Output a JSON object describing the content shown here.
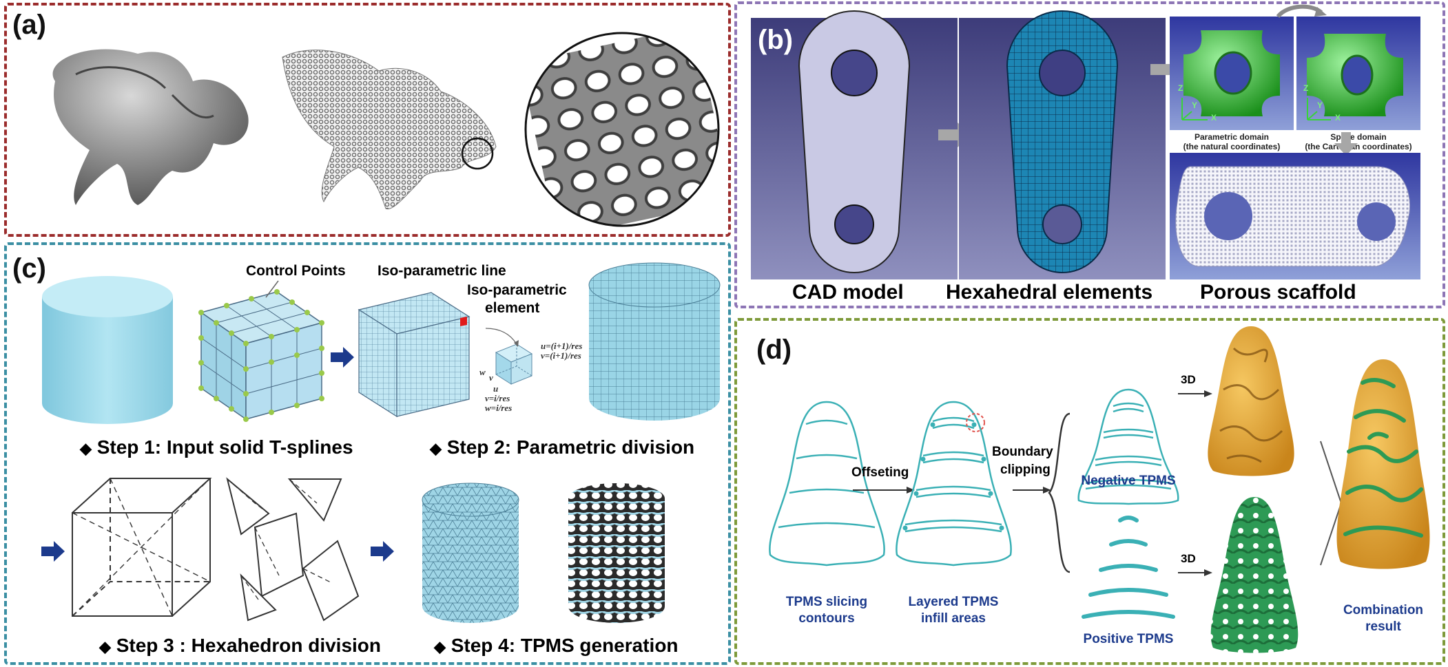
{
  "panels": {
    "a": {
      "label": "(a)"
    },
    "b": {
      "label": "(b)",
      "captions": {
        "cad": "CAD model",
        "hex": "Hexahedral elements",
        "porous": "Porous scaffold"
      },
      "param_domain": [
        "Parametric domain",
        "(the natural coordinates)"
      ],
      "space_domain": [
        "Space domain",
        "(the Cartesian coordinates)"
      ],
      "axes": {
        "z": "Z",
        "y": "Y",
        "x": "X"
      }
    },
    "c": {
      "label": "(c)",
      "control_points": "Control Points",
      "iso_line": "Iso-parametric line",
      "iso_element": [
        "Iso-parametric",
        "element"
      ],
      "formulas": {
        "u_top": "u=(i+1)/res",
        "v_top": "v=(i+1)/res",
        "v_bot": "v=i/res",
        "w_bot": "w=i/res",
        "u": "u",
        "v": "v",
        "w": "w"
      },
      "steps": [
        "Step 1: Input solid T-splines",
        "Step 2: Parametric division",
        "Step 3 : Hexahedron division",
        "Step 4: TPMS generation"
      ],
      "bullet": "◆"
    },
    "d": {
      "label": "(d)",
      "offseting": "Offseting",
      "boundary": [
        "Boundary",
        "clipping"
      ],
      "three_d": "3D",
      "negative": "Negative TPMS",
      "positive": "Positive TPMS",
      "slicing": [
        "TPMS slicing",
        "contours"
      ],
      "layered": [
        "Layered TPMS",
        "infill areas"
      ],
      "combination": [
        "Combination",
        "result"
      ]
    }
  },
  "colors": {
    "a_border": "#9b2c2c",
    "b_border": "#8d75b5",
    "c_border": "#3b8fa3",
    "d_border": "#7e9a3a",
    "cad_bg": "#4b4a86",
    "mesh_blue": "#1d86b4",
    "tpms_green": "#2fbf2f",
    "light_blue": "#a6dfee",
    "navy": "#1c3a8c",
    "teal_line": "#3ab0b5",
    "orange": "#eba52e",
    "green_dark": "#2d9a55"
  }
}
